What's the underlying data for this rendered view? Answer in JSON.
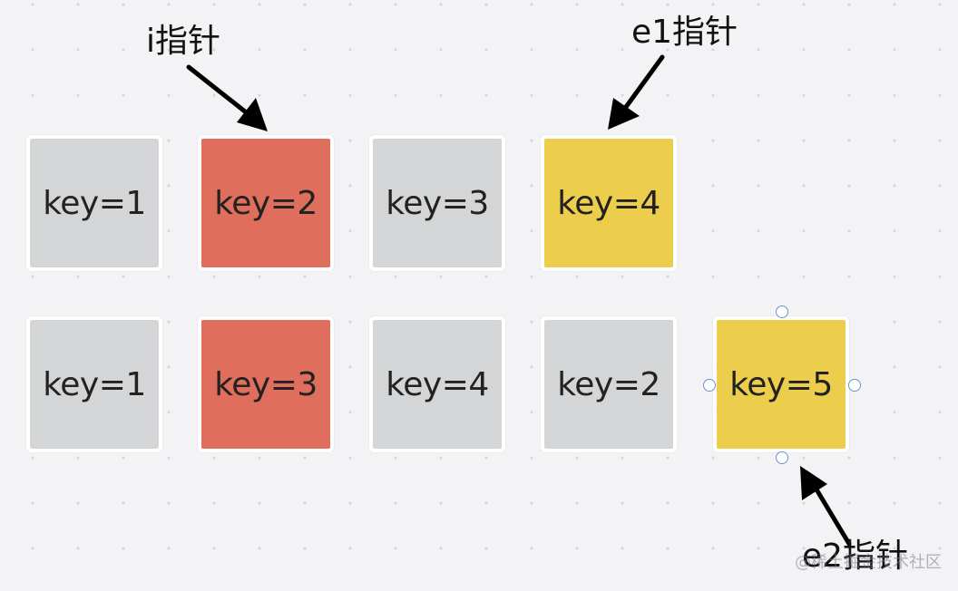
{
  "row1": [
    {
      "label": "key=1",
      "color": "gray"
    },
    {
      "label": "key=2",
      "color": "red"
    },
    {
      "label": "key=3",
      "color": "gray"
    },
    {
      "label": "key=4",
      "color": "yellow"
    }
  ],
  "row2": [
    {
      "label": "key=1",
      "color": "gray"
    },
    {
      "label": "key=3",
      "color": "red"
    },
    {
      "label": "key=4",
      "color": "gray"
    },
    {
      "label": "key=2",
      "color": "gray"
    },
    {
      "label": "key=5",
      "color": "yellow"
    }
  ],
  "pointers": {
    "i": "i指针",
    "e1": "e1指针",
    "e2": "e2指针"
  },
  "watermark": "@稀土掘金技术社区",
  "colors": {
    "gray": "#d3d5d7",
    "red": "#e06e5c",
    "yellow": "#ecce4c",
    "background": "#f3f3f5"
  }
}
